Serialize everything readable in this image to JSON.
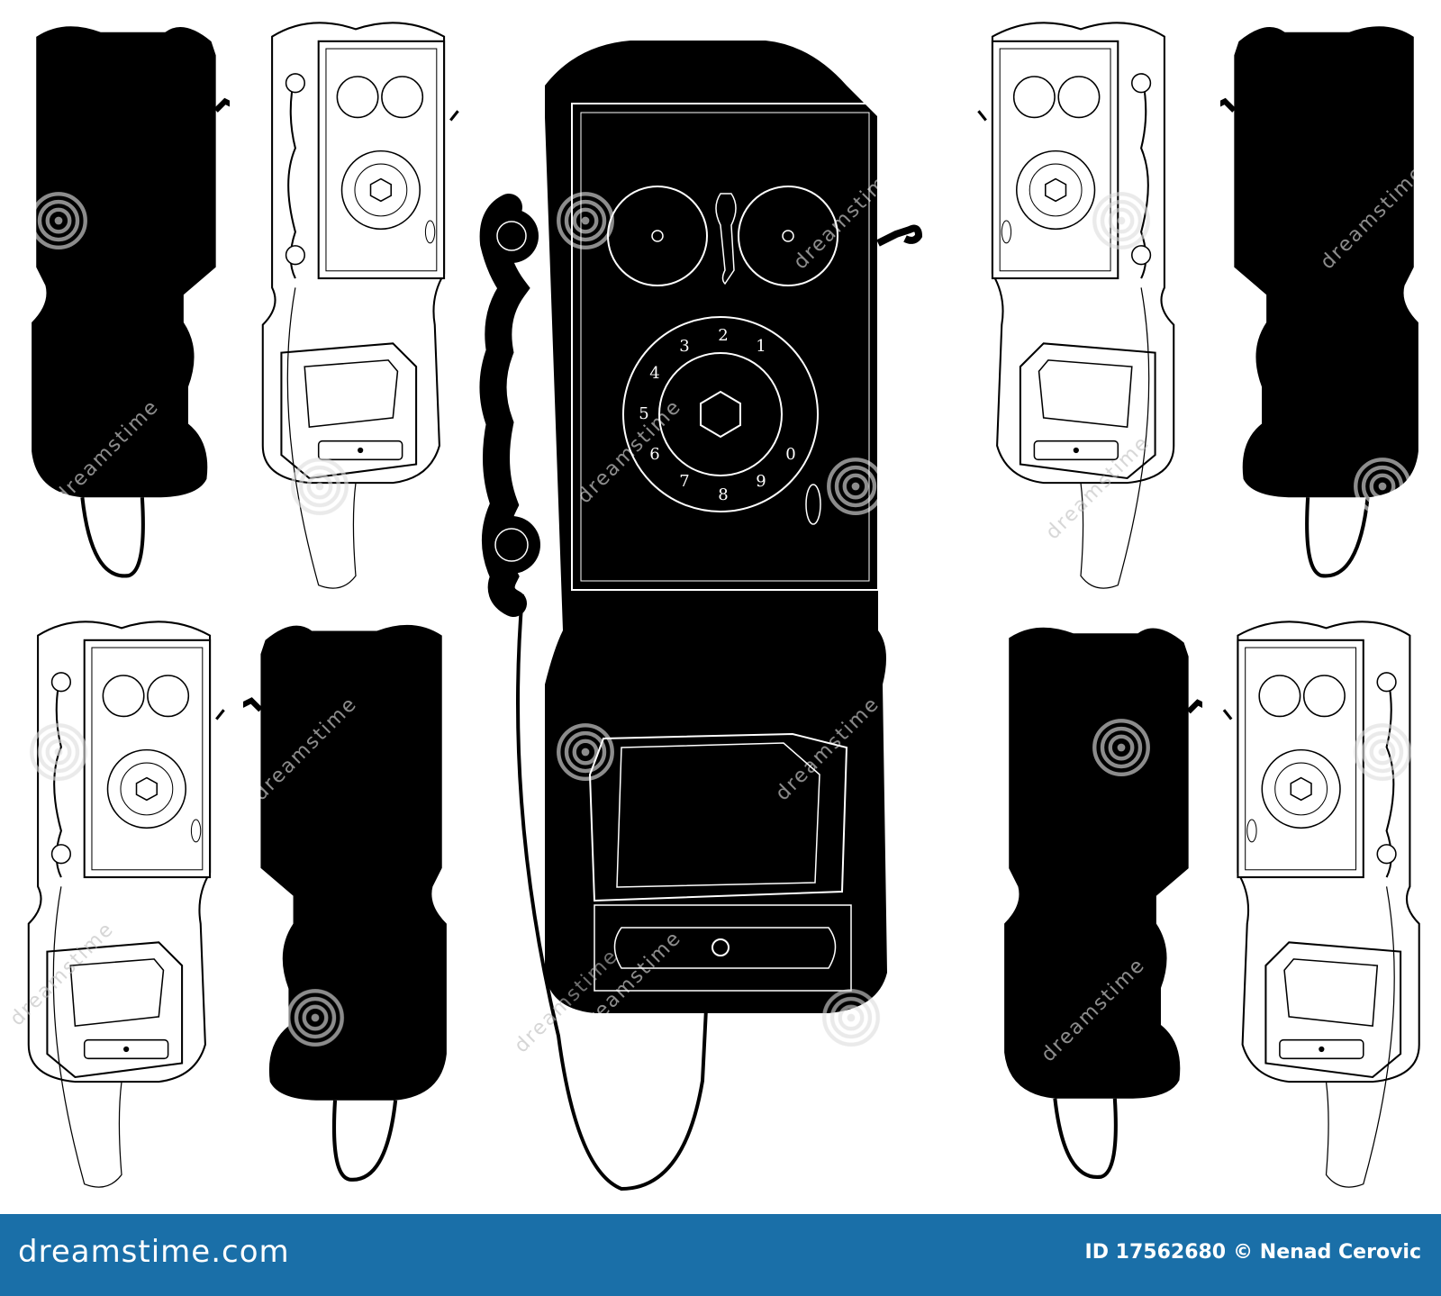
{
  "image": {
    "subject": "antique wall-mounted rotary telephones, silhouette and outline variations",
    "background_color": "#ffffff",
    "ink_color": "#000000",
    "dial_digits": [
      "1",
      "2",
      "3",
      "4",
      "5",
      "6",
      "7",
      "8",
      "9",
      "0"
    ]
  },
  "watermark": {
    "text": "dreamstime"
  },
  "footer": {
    "background_color": "#1a6fa8",
    "logo_text": "dreamstime.com",
    "id_label": "ID 17562680",
    "author": "© Nenad Cerovic"
  }
}
